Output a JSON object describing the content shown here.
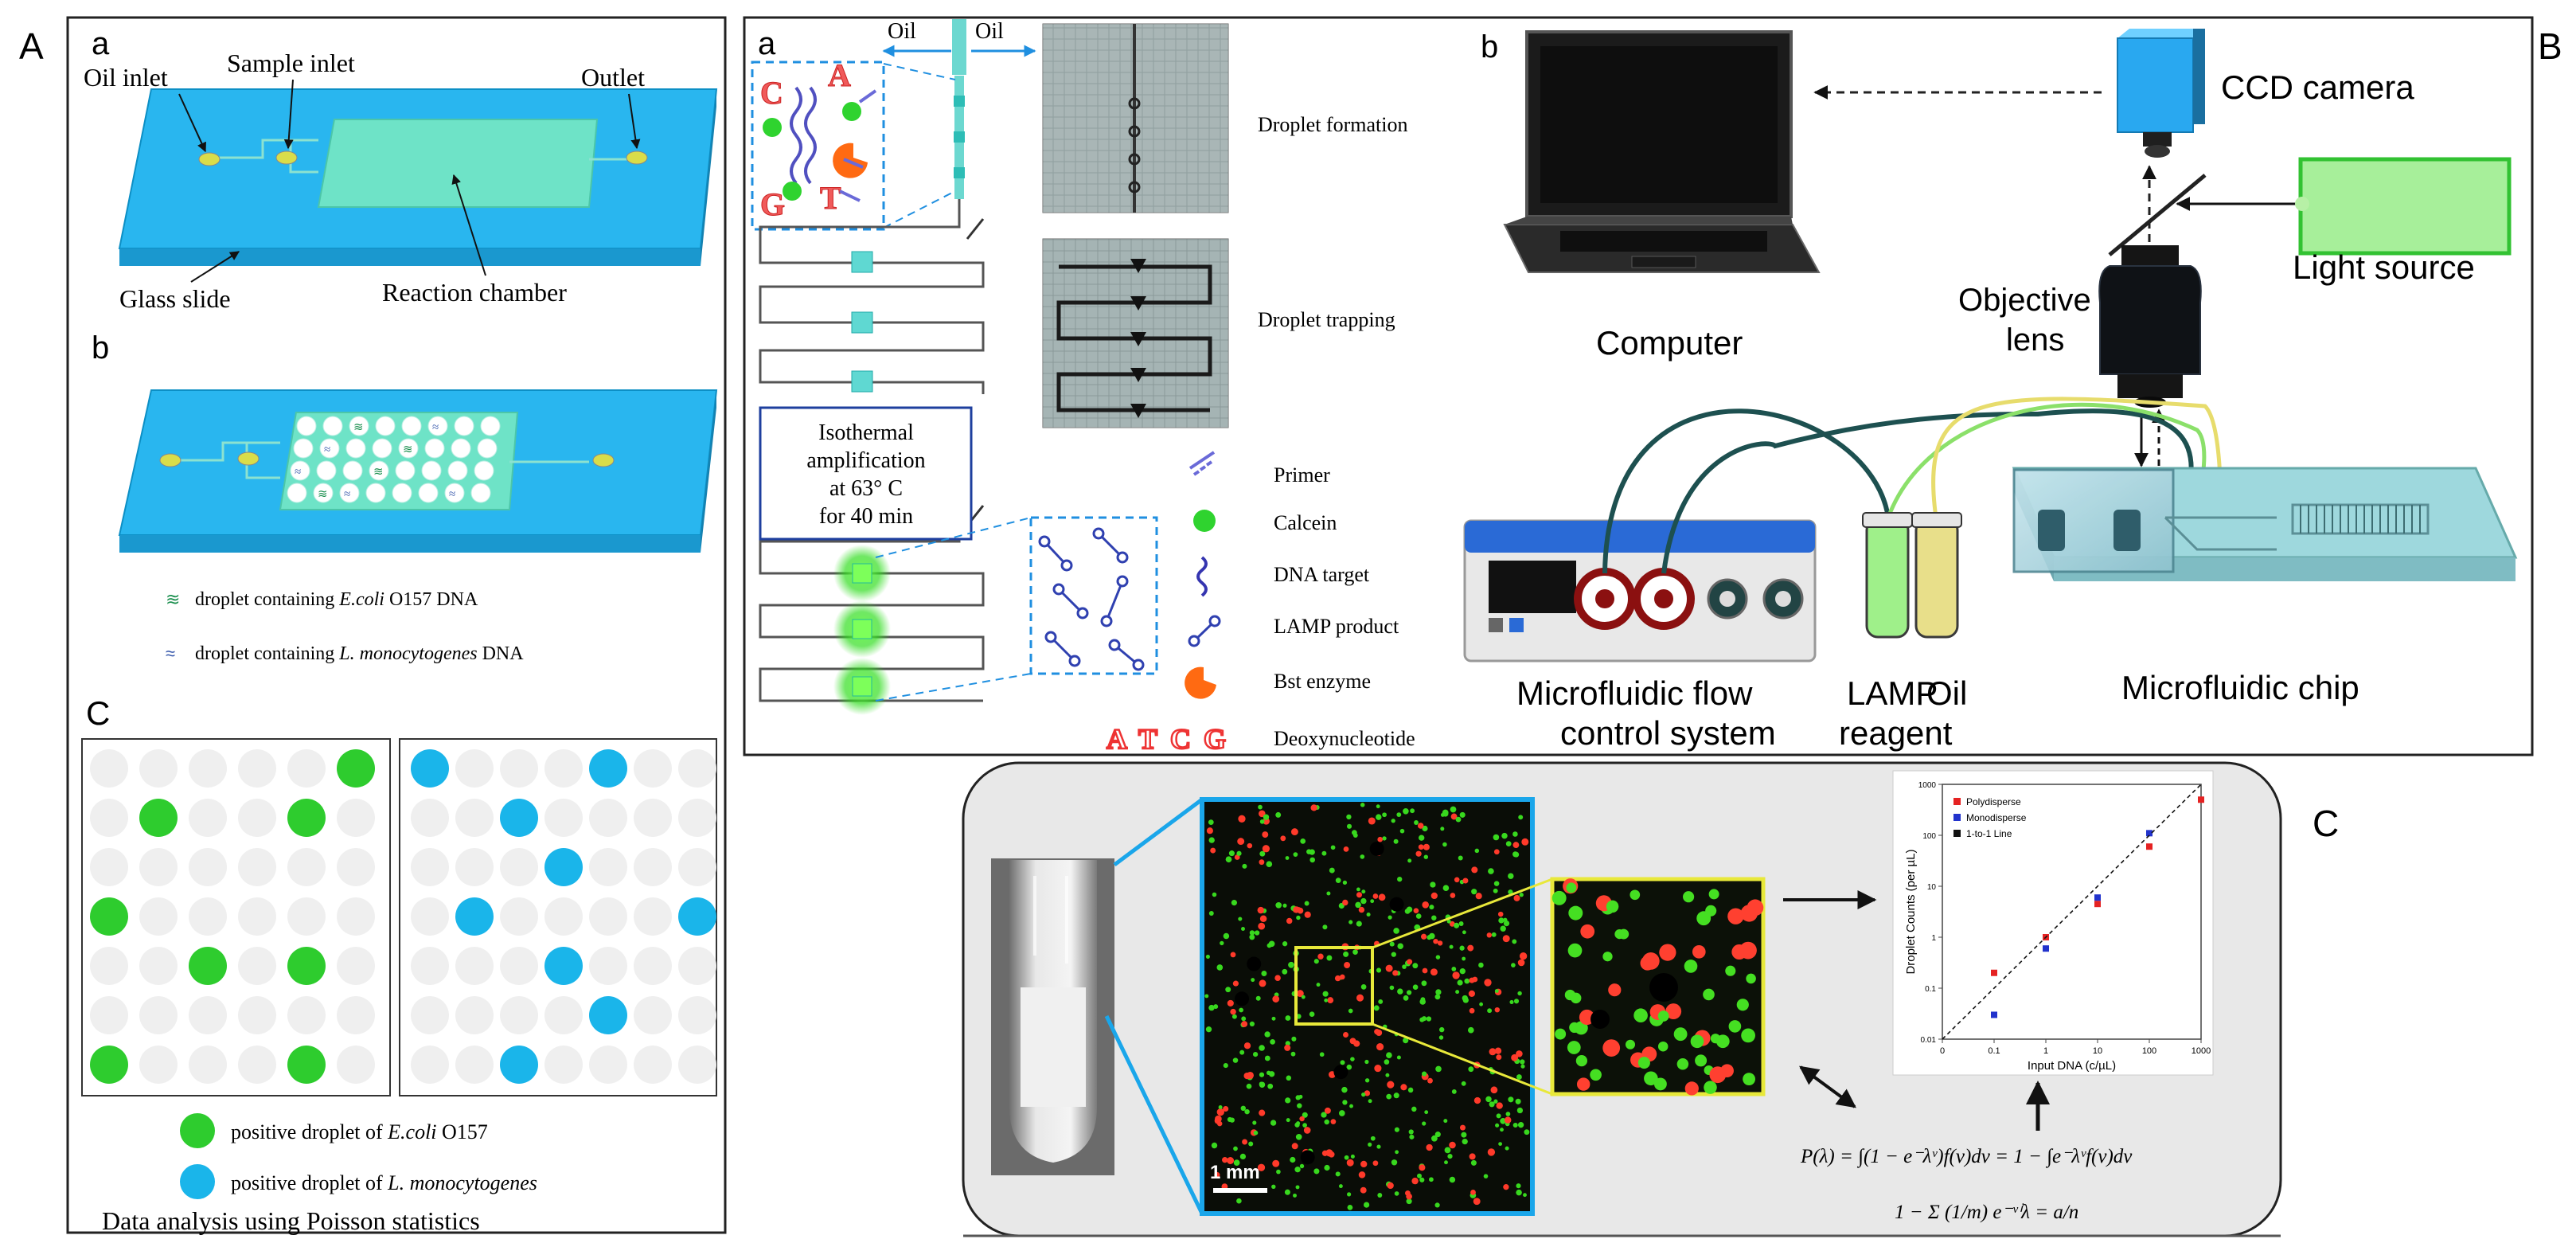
{
  "panel_A": {
    "letter": "A",
    "sub_a": "a",
    "sub_b": "b",
    "sub_c": "C",
    "labels": {
      "oil_inlet": "Oil inlet",
      "sample_inlet": "Sample inlet",
      "outlet": "Outlet",
      "glass_slide": "Glass slide",
      "reaction_chamber": "Reaction chamber"
    },
    "legend_b": [
      {
        "prefix": "droplet containing ",
        "italic": "E.coli",
        "suffix": " O157 DNA"
      },
      {
        "prefix": "droplet containing ",
        "italic": "L. monocytogenes",
        "suffix": " DNA"
      }
    ],
    "legend_c": [
      {
        "prefix": "positive droplet  of ",
        "italic": "E.coli",
        "suffix": " O157",
        "color": "#2ecc2e"
      },
      {
        "prefix": "positive droplet of ",
        "italic": "L. monocytogenes",
        "suffix": "",
        "color": "#1ab5ea"
      }
    ],
    "caption": "Data analysis using Poisson statistics",
    "grid_green": [
      [
        0,
        5
      ],
      [
        1,
        1
      ],
      [
        1,
        4
      ],
      [
        3,
        0
      ],
      [
        4,
        2
      ],
      [
        4,
        4
      ],
      [
        6,
        0
      ],
      [
        6,
        4
      ]
    ],
    "grid_blue": [
      [
        0,
        0
      ],
      [
        0,
        4
      ],
      [
        1,
        2
      ],
      [
        2,
        3
      ],
      [
        3,
        1
      ],
      [
        3,
        6
      ],
      [
        4,
        3
      ],
      [
        5,
        4
      ],
      [
        6,
        2
      ]
    ]
  },
  "panel_B": {
    "letter": "B",
    "sub_a": "a",
    "sub_b": "b",
    "oil_left": "Oil",
    "oil_right": "Oil",
    "droplet_formation": "Droplet formation",
    "droplet_trapping": "Droplet trapping",
    "amplification": [
      "Isothermal",
      "amplification",
      "at 63° C",
      "for 40 min"
    ],
    "legend": [
      "Primer",
      "Calcein",
      "DNA target",
      "LAMP product",
      "Bst enzyme",
      "Deoxynucleotide"
    ],
    "bases": [
      "A",
      "T",
      "C",
      "G"
    ],
    "computer": "Computer",
    "ccd_camera": "CCD camera",
    "light_source": "Light source",
    "objective_lens": [
      "Objective",
      "lens"
    ],
    "flow_control": [
      "Microfluidic flow",
      "control system"
    ],
    "lamp_reagent": [
      "LAMP",
      "reagent"
    ],
    "oil": "Oil",
    "microfluidic_chip": "Microfluidic chip"
  },
  "panel_C": {
    "letter": "C",
    "scale_bar": "1 mm",
    "formula1": "P(λ) = ∫(1 − e⁻λᵛ)f(v)dv = 1 − ∫e⁻λᵛf(v)dv",
    "formula2": "1 − Σ (1/m) e⁻ᵛⁱλ = a/n"
  },
  "chart_data": {
    "type": "scatter",
    "title": "",
    "xlabel": "Input DNA (c/µL)",
    "ylabel": "Droplet Counts (per µL)",
    "x_scale": "log",
    "y_scale": "log",
    "xticks": [
      "0",
      "0.1",
      "1",
      "10",
      "100",
      "1000"
    ],
    "yticks": [
      "0.01",
      "0.1",
      "1",
      "10",
      "100",
      "1000"
    ],
    "legend_position": "top-left",
    "series": [
      {
        "name": "Polydisperse",
        "color": "#e52222",
        "points": [
          [
            0.1,
            0.2
          ],
          [
            1,
            1.0
          ],
          [
            10,
            4.5
          ],
          [
            100,
            60
          ],
          [
            1000,
            500
          ]
        ]
      },
      {
        "name": "Monodisperse",
        "color": "#2233cc",
        "points": [
          [
            0.1,
            0.03
          ],
          [
            1,
            0.6
          ],
          [
            10,
            6
          ],
          [
            100,
            110
          ]
        ]
      },
      {
        "name": "1-to-1 Line",
        "color": "#111111",
        "points": [
          [
            0.01,
            0.01
          ],
          [
            1000,
            1000
          ]
        ]
      }
    ]
  }
}
